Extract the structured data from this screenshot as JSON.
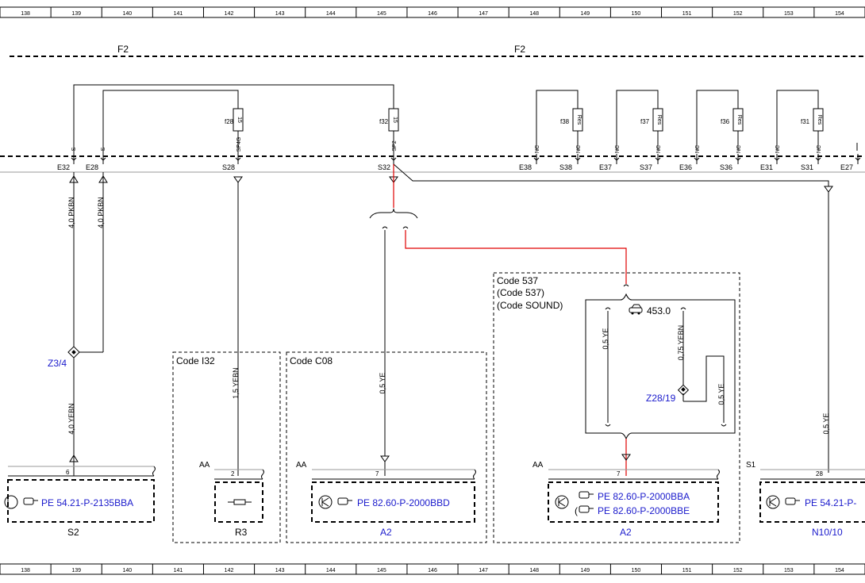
{
  "ruler": {
    "cols": [
      "138",
      "139",
      "140",
      "141",
      "142",
      "143",
      "144",
      "145",
      "146",
      "147",
      "148",
      "149",
      "150",
      "151",
      "152",
      "153",
      "154"
    ]
  },
  "fuse_box": {
    "left_label": "F2",
    "right_label": "F2"
  },
  "fuses": [
    {
      "name": "f28",
      "rating": "15",
      "pin": "SP4G"
    },
    {
      "name": "f32",
      "rating": "15",
      "pin": "SP2"
    },
    {
      "name": "f38",
      "rating": "Res"
    },
    {
      "name": "f37",
      "rating": "Res"
    },
    {
      "name": "f36",
      "rating": "Res"
    },
    {
      "name": "f31",
      "rating": "Res"
    }
  ],
  "pin_labels": {
    "s": "S",
    "nc": "NC"
  },
  "connectors": [
    "E32",
    "E28",
    "S28",
    "S32",
    "E38",
    "S38",
    "E37",
    "S37",
    "E36",
    "S36",
    "E31",
    "S31",
    "E27"
  ],
  "wires": {
    "w1": "4,0 PKBN",
    "w2": "4,0 PKBN",
    "w3": "4,0 YEBN",
    "w4": "1,5 YEBN",
    "w5": "0,5 YE",
    "w6": "0,5 YE",
    "w7": "0,75 YEBN",
    "w8": "0,5 YE",
    "w9": "0,5 YE"
  },
  "splices": {
    "z34": "Z3/4",
    "z2819": "Z28/19"
  },
  "codes": {
    "i32": "Code I32",
    "c08": "Code C08",
    "c537": "Code 537",
    "c537b": "(Code 537)",
    "csound": "(Code SOUND)",
    "variant": "453.0"
  },
  "components": {
    "s2": {
      "label": "S2",
      "pin": "6",
      "ref": "PE 54.21-P-2135BBA"
    },
    "r3": {
      "label": "R3",
      "pin": "2",
      "prefix": "AA"
    },
    "a2a": {
      "label": "A2",
      "pin": "7",
      "prefix": "AA",
      "ref": "PE 82.60-P-2000BBD"
    },
    "a2b": {
      "label": "A2",
      "pin": "7",
      "prefix": "AA",
      "ref1": "PE 82.60-P-2000BBA",
      "ref2": "PE 82.60-P-2000BBE"
    },
    "n1010": {
      "label": "N10/10",
      "pin": "28",
      "prefix": "S1",
      "ref": "PE 54.21-P-"
    }
  }
}
